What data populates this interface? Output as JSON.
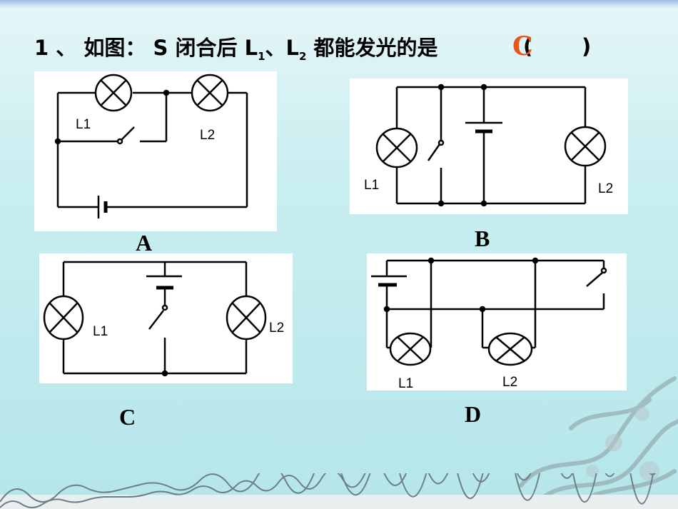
{
  "question": {
    "number": "1",
    "sep": "、",
    "prefix": "如图： S 闭合后 L",
    "sub1": "1",
    "mid": "、L",
    "sub2": "2",
    "suffix": " 都能发光的是",
    "paren_open": "(",
    "paren_close": ")",
    "answer": "C"
  },
  "diagrams": {
    "a": {
      "caption": "A",
      "l1": "L1",
      "l2": "L2"
    },
    "b": {
      "caption": "B",
      "l1": "L1",
      "l2": "L2"
    },
    "c": {
      "caption": "C",
      "l1": "L1",
      "l2": "L2"
    },
    "d": {
      "caption": "D",
      "l1": "L1",
      "l2": "L2"
    }
  },
  "colors": {
    "answer": "#e8541c",
    "background": "#c9eef0"
  }
}
